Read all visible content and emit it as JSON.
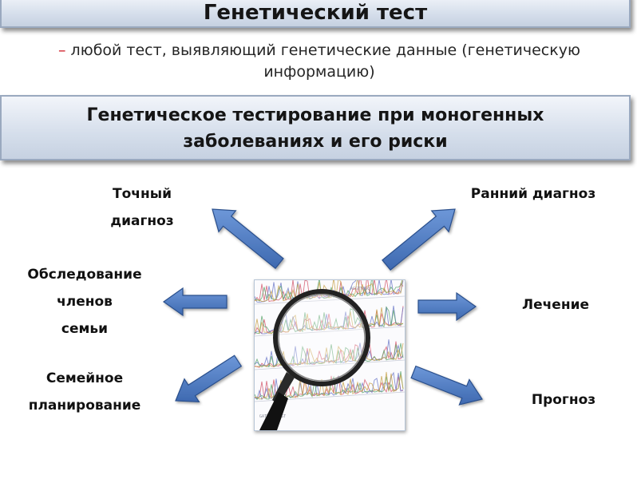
{
  "header": {
    "title": "Генетический тест"
  },
  "definition": {
    "dash": "–",
    "text": " любой тест, выявляющий генетические данные (генетическую информацию)"
  },
  "subheader": {
    "line1": "Генетическое тестирование при моногенных",
    "line2": "заболеваниях и его риски"
  },
  "labels": {
    "precise_diagnosis": [
      "Точный",
      "диагноз"
    ],
    "family_exam": [
      "Обследование",
      "членов",
      "семьи"
    ],
    "family_planning": [
      "Семейное",
      "планирование"
    ],
    "early_diagnosis": [
      "Ранний диагноз"
    ],
    "treatment": [
      "Лечение"
    ],
    "prognosis": [
      "Прогноз"
    ]
  },
  "center_image": {
    "icon": "magnifying-glass-over-dna-sequencing-chart-icon"
  },
  "colors": {
    "arrow_fill": "#4a79c4",
    "arrow_stroke": "#2a4f8c",
    "definition_dash": "#d0202a",
    "banner_top": "#f2f5fa",
    "banner_bottom": "#c6d1e1"
  }
}
